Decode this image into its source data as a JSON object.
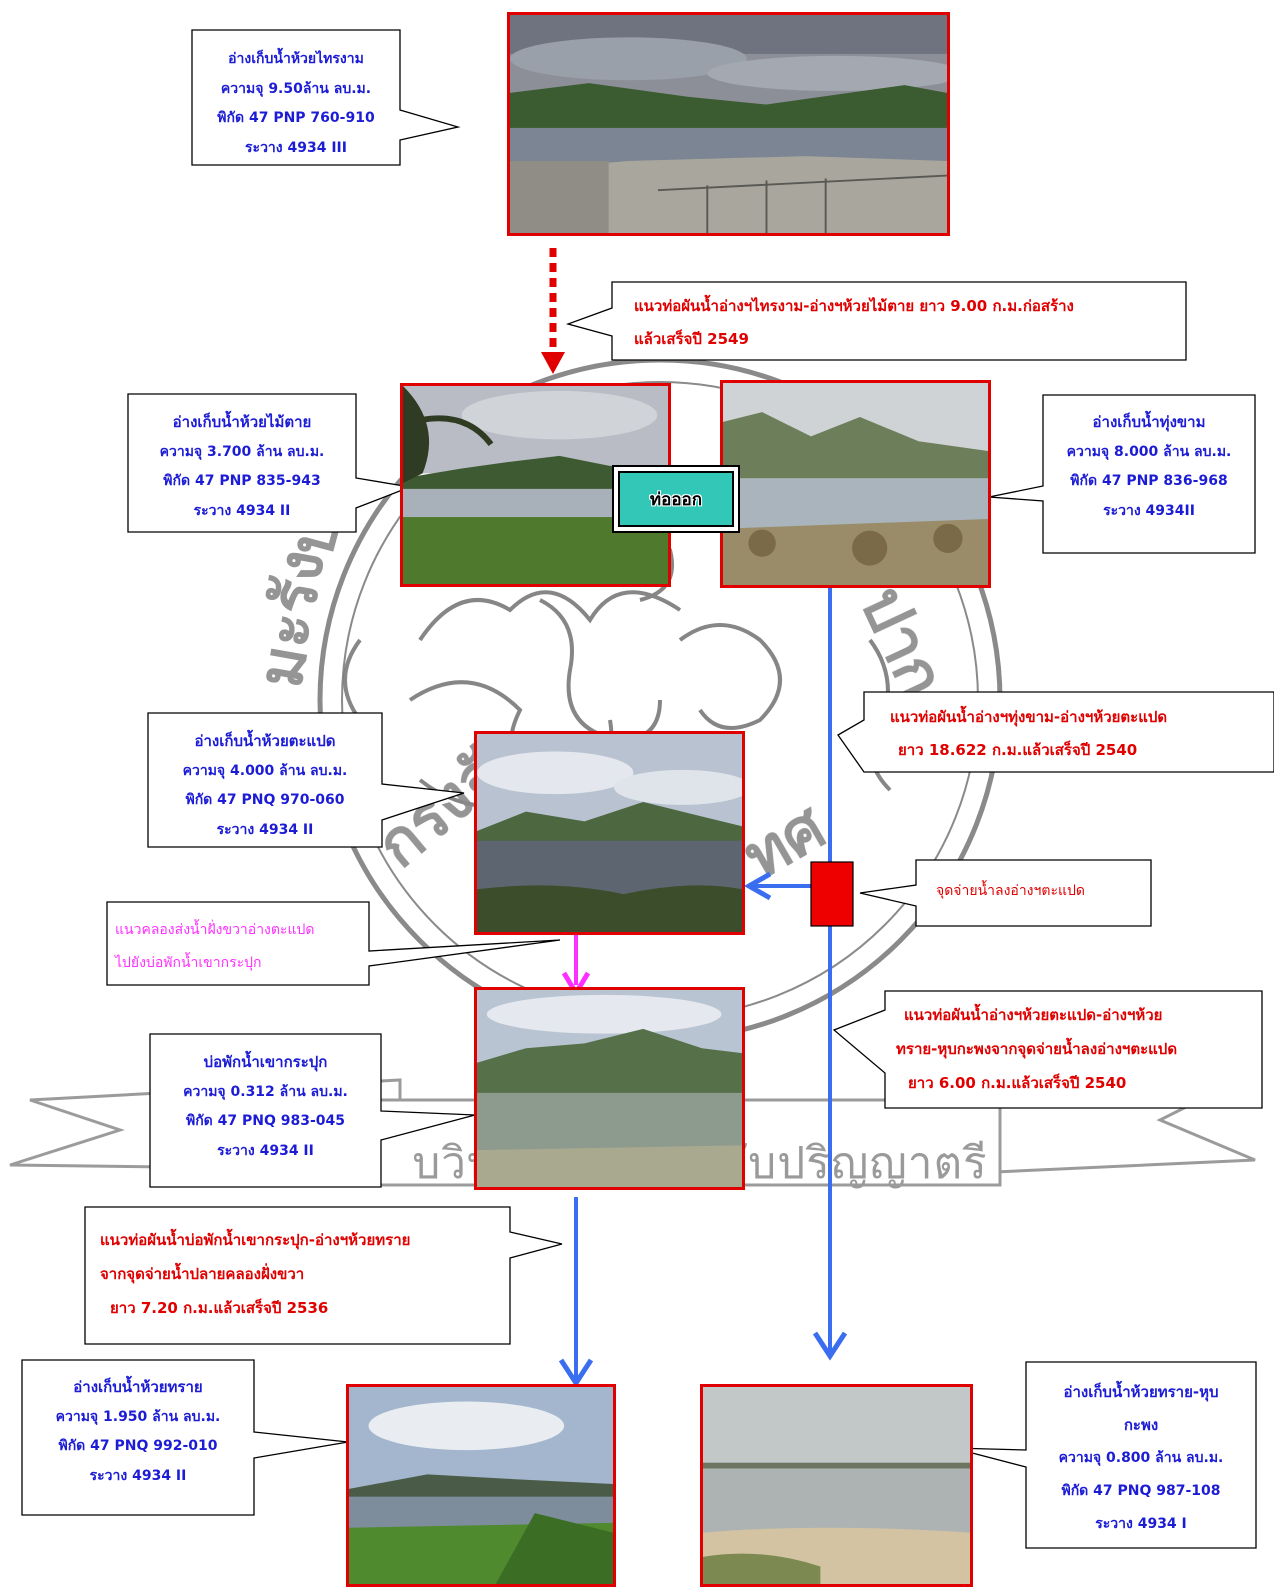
{
  "reservoirs": {
    "huai_sai_ngam": {
      "name": "อ่างเก็บน้ำห้วยไทรงาม",
      "capacity": "ความจุ 9.50ล้าน ลบ.ม.",
      "coords": "พิกัด 47 PNP 760-910",
      "sheet": "ระวาง 4934 III"
    },
    "huai_mai_tai": {
      "name": "อ่างเก็บน้ำห้วยไม้ตาย",
      "capacity": "ความจุ 3.700 ล้าน ลบ.ม.",
      "coords": "พิกัด 47 PNP 835-943",
      "sheet": "ระวาง 4934 II"
    },
    "thung_kham": {
      "name": "อ่างเก็บน้ำทุ่งขาม",
      "capacity": "ความจุ 8.000 ล้าน ลบ.ม.",
      "coords": "พิกัด 47 PNP 836-968",
      "sheet": "ระวาง 4934II"
    },
    "huai_ta_paet": {
      "name": "อ่างเก็บน้ำห้วยตะแปด",
      "capacity": "ความจุ 4.000 ล้าน ลบ.ม.",
      "coords": "พิกัด 47 PNQ 970-060",
      "sheet": "ระวาง 4934 II"
    },
    "khao_kra_puk": {
      "name": "บ่อพักน้ำเขากระปุก",
      "capacity": "ความจุ 0.312 ล้าน ลบ.ม.",
      "coords": "พิกัด 47 PNQ 983-045",
      "sheet": "ระวาง 4934 II"
    },
    "huai_sai": {
      "name": "อ่างเก็บน้ำห้วยทราย",
      "capacity": "ความจุ 1.950 ล้าน ลบ.ม.",
      "coords": "พิกัด 47 PNQ 992-010",
      "sheet": "ระวาง 4934 II"
    },
    "huai_sai_hup_kaphong": {
      "name_line1": "อ่างเก็บน้ำห้วยทราย-หุบ",
      "name_line2": "กะพง",
      "capacity": "ความจุ 0.800 ล้าน ลบ.ม.",
      "coords": "พิกัด 47 PNQ 987-108",
      "sheet": "ระวาง 4934 I"
    }
  },
  "pipelines": {
    "sai_ngam_to_mai_tai": [
      "แนวท่อผันน้ำอ่างฯไทรงาม-อ่างฯห้วยไม้ตาย ยาว 9.00 ก.ม.ก่อสร้าง",
      "แล้วเสร็จปี 2549"
    ],
    "thung_kham_to_ta_paet": [
      "แนวท่อผันน้ำอ่างฯทุ่งขาม-อ่างฯห้วยตะแปด",
      "ยาว 18.622 ก.ม.แล้วเสร็จปี 2540"
    ],
    "ta_paet_to_sai_hup": [
      "แนวท่อผันน้ำอ่างฯห้วยตะแปด-อ่างฯห้วย",
      "ทราย-หุบกะพงจากจุดจ่ายน้ำลงอ่างฯตะแปด",
      "ยาว 6.00 ก.ม.แล้วเสร็จปี 2540"
    ],
    "kra_puk_to_huai_sai": [
      "แนวท่อผันน้ำบ่อพักน้ำเขากระปุก-อ่างฯห้วยทราย",
      "จากจุดจ่ายน้ำปลายคลองฝั่งขวา",
      "ยาว 7.20 ก.ม.แล้วเสร็จปี 2536"
    ]
  },
  "canal": [
    "แนวคลองส่งน้ำฝั่งขวาอ่างตะแปด",
    "ไปยังบ่อพักน้ำเขากระปุก"
  ],
  "release_point": "จุดจ่ายน้ำลงอ่างฯตะแปด",
  "outlet_label": "ท่อออก",
  "watermark_text": "บวิทยานิพนธ์ระดับปริญญาตรี",
  "colors": {
    "info_text": "#1c1cd6",
    "pipeline_text": "#e00000",
    "canal_text": "#ff30ff",
    "flow_arrow": "#3a6df0",
    "release_box": "#ee0000",
    "photo_border": "#e00000"
  }
}
